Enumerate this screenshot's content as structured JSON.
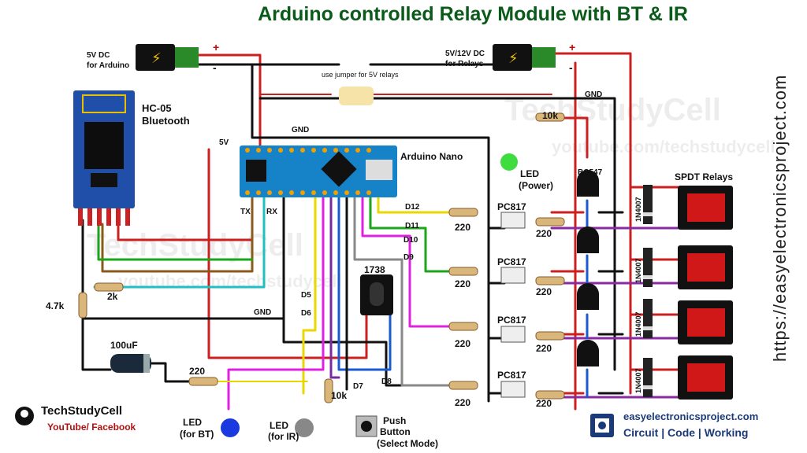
{
  "title": "Arduino controlled Relay Module with BT & IR",
  "side_url": "https://easyelectronicsproject.com",
  "labels": {
    "dc_arduino": "5V DC",
    "dc_arduino2": "for Arduino",
    "dc_relay": "5V/12V DC",
    "dc_relay2": "for Relays",
    "jumper": "use jumper for 5V relays",
    "gnd_top": "GND",
    "gnd_mid": "GND",
    "gnd_left": "GND",
    "hc05": "HC-05",
    "bluetooth": "Bluetooth",
    "v5": "5V",
    "tx": "TX",
    "rx": "RX",
    "nano": "Arduino Nano",
    "led_power": "LED",
    "led_power2": "(Power)",
    "r10k_top": "10k",
    "bc547": "BC547",
    "spdt": "SPDT Relays",
    "d12": "D12",
    "d11": "D11",
    "d10": "D10",
    "d9": "D9",
    "pc817": "PC817",
    "r220": "220",
    "ir": "1738",
    "d5": "D5",
    "d6": "D6",
    "d7": "D7",
    "d8": "D8",
    "r47k": "4.7k",
    "r2k": "2k",
    "cap": "100uF",
    "led_bt": "LED",
    "led_bt2": "(for BT)",
    "led_ir": "LED",
    "led_ir2": "(for IR)",
    "r10k_bottom": "10k",
    "push": "Push",
    "push2": "Button",
    "push3": "(Select Mode)",
    "diode": "1N4007",
    "plus": "+",
    "minus": "-"
  },
  "brand_left": {
    "name": "TechStudyCell",
    "social": "YouTube/ Facebook"
  },
  "brand_right": {
    "site": "easyelectronicsproject.com",
    "tagline": "Circuit | Code | Working"
  },
  "watermarks": {
    "w1": "TechStudyCell",
    "w2": "youtube.com/techstudycell"
  },
  "colors": {
    "title": "#0a5a1a",
    "wire_red": "#cc1f1f",
    "wire_black": "#111111",
    "relay_red": "#d01818"
  }
}
